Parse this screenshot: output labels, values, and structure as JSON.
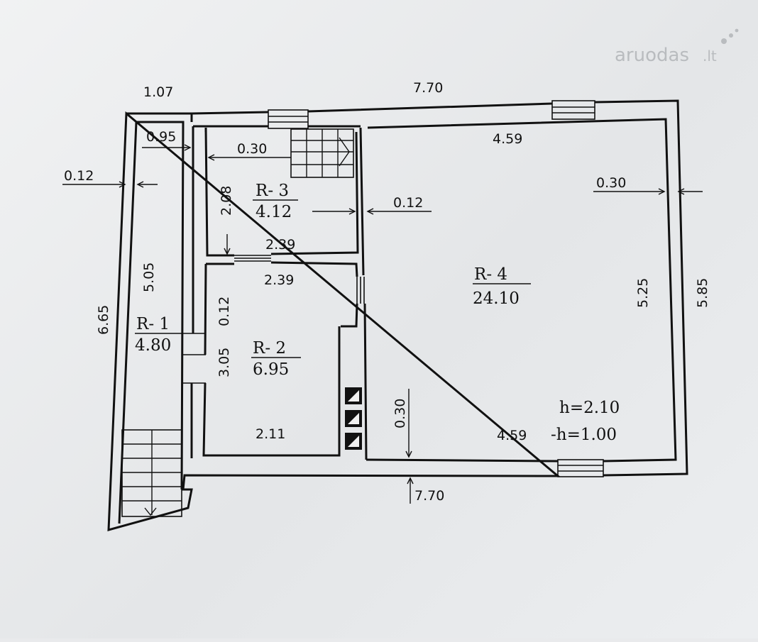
{
  "watermark": {
    "brand": "aruodas",
    "tld": ".lt"
  },
  "dimensions": {
    "top_left_width": "1.07",
    "top_total": "7.70",
    "r1_inner_width": "0.95",
    "r1_wall": "0.12",
    "r3_wall": "0.30",
    "r3_height": "2.08",
    "r3_partition": "0.12",
    "r3_width": "2.39",
    "r2_top_width": "2.39",
    "r2_partition": "0.12",
    "r1_height": "5.05",
    "overall_height": "6.65",
    "r2_height": "3.05",
    "r2_width": "2.11",
    "r4_top_width": "4.59",
    "r4_right_wall": "0.30",
    "r4_height": "5.25",
    "overall_right_height": "5.85",
    "r4_bottom_wall": "0.30",
    "r4_bottom_width": "4.59",
    "bottom_total": "7.70"
  },
  "rooms": {
    "r1": {
      "label": "R- 1",
      "area": "4.80"
    },
    "r2": {
      "label": "R- 2",
      "area": "6.95"
    },
    "r3": {
      "label": "R- 3",
      "area": "4.12"
    },
    "r4": {
      "label": "R- 4",
      "area": "24.10"
    }
  },
  "heights": {
    "h": "h=2.10",
    "neg_h": "-h=1.00"
  }
}
